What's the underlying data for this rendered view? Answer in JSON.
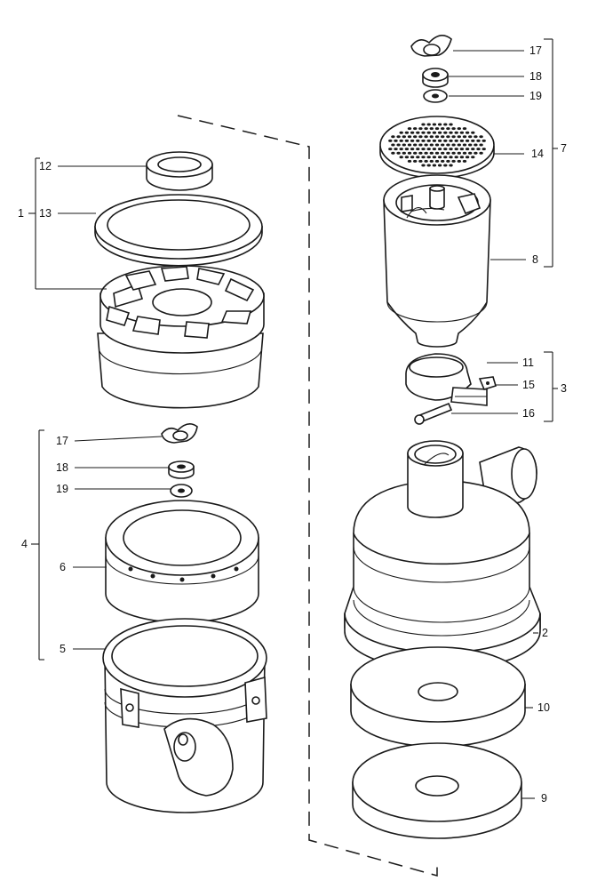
{
  "callouts": [
    {
      "id": "lbl-12",
      "text": "12"
    },
    {
      "id": "lbl-13",
      "text": "13"
    },
    {
      "id": "lbl-1",
      "text": "1"
    },
    {
      "id": "lbl-17a",
      "text": "17"
    },
    {
      "id": "lbl-18a",
      "text": "18"
    },
    {
      "id": "lbl-19a",
      "text": "19"
    },
    {
      "id": "lbl-4",
      "text": "4"
    },
    {
      "id": "lbl-6",
      "text": "6"
    },
    {
      "id": "lbl-5",
      "text": "5"
    },
    {
      "id": "lbl-17b",
      "text": "17"
    },
    {
      "id": "lbl-18b",
      "text": "18"
    },
    {
      "id": "lbl-19b",
      "text": "19"
    },
    {
      "id": "lbl-14",
      "text": "14"
    },
    {
      "id": "lbl-7",
      "text": "7"
    },
    {
      "id": "lbl-8",
      "text": "8"
    },
    {
      "id": "lbl-11",
      "text": "11"
    },
    {
      "id": "lbl-15",
      "text": "15"
    },
    {
      "id": "lbl-3",
      "text": "3"
    },
    {
      "id": "lbl-16",
      "text": "16"
    },
    {
      "id": "lbl-2",
      "text": "2"
    },
    {
      "id": "lbl-10",
      "text": "10"
    },
    {
      "id": "lbl-9",
      "text": "9"
    }
  ]
}
